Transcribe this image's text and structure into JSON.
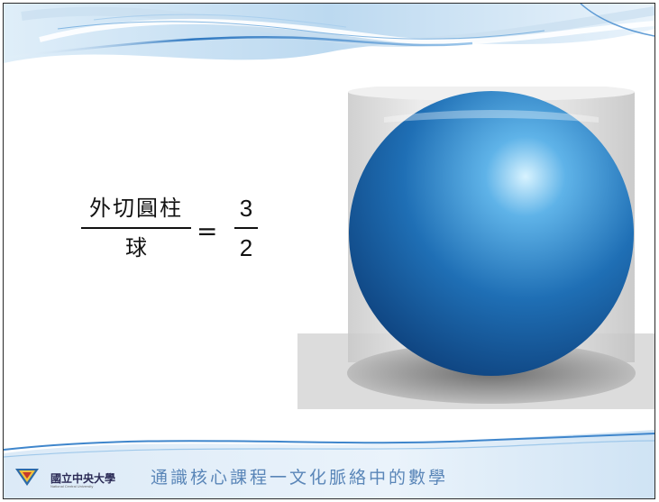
{
  "formula": {
    "left_numerator": "外切圓柱",
    "left_denominator": "球",
    "operator": "=",
    "right_numerator": "3",
    "right_denominator": "2"
  },
  "footer": {
    "university_name": "國立中央大學",
    "university_english": "National Central University",
    "course_title": "通識核心課程一文化脈絡中的數學"
  },
  "colors": {
    "sphere": "#1f6fb5",
    "sphere_highlight": "#cfefff",
    "cylinder": "#d9d9d9",
    "wave_accent": "#4a8fd0",
    "title_text": "#5a86b8"
  },
  "icons": [
    "university-emblem-icon"
  ]
}
